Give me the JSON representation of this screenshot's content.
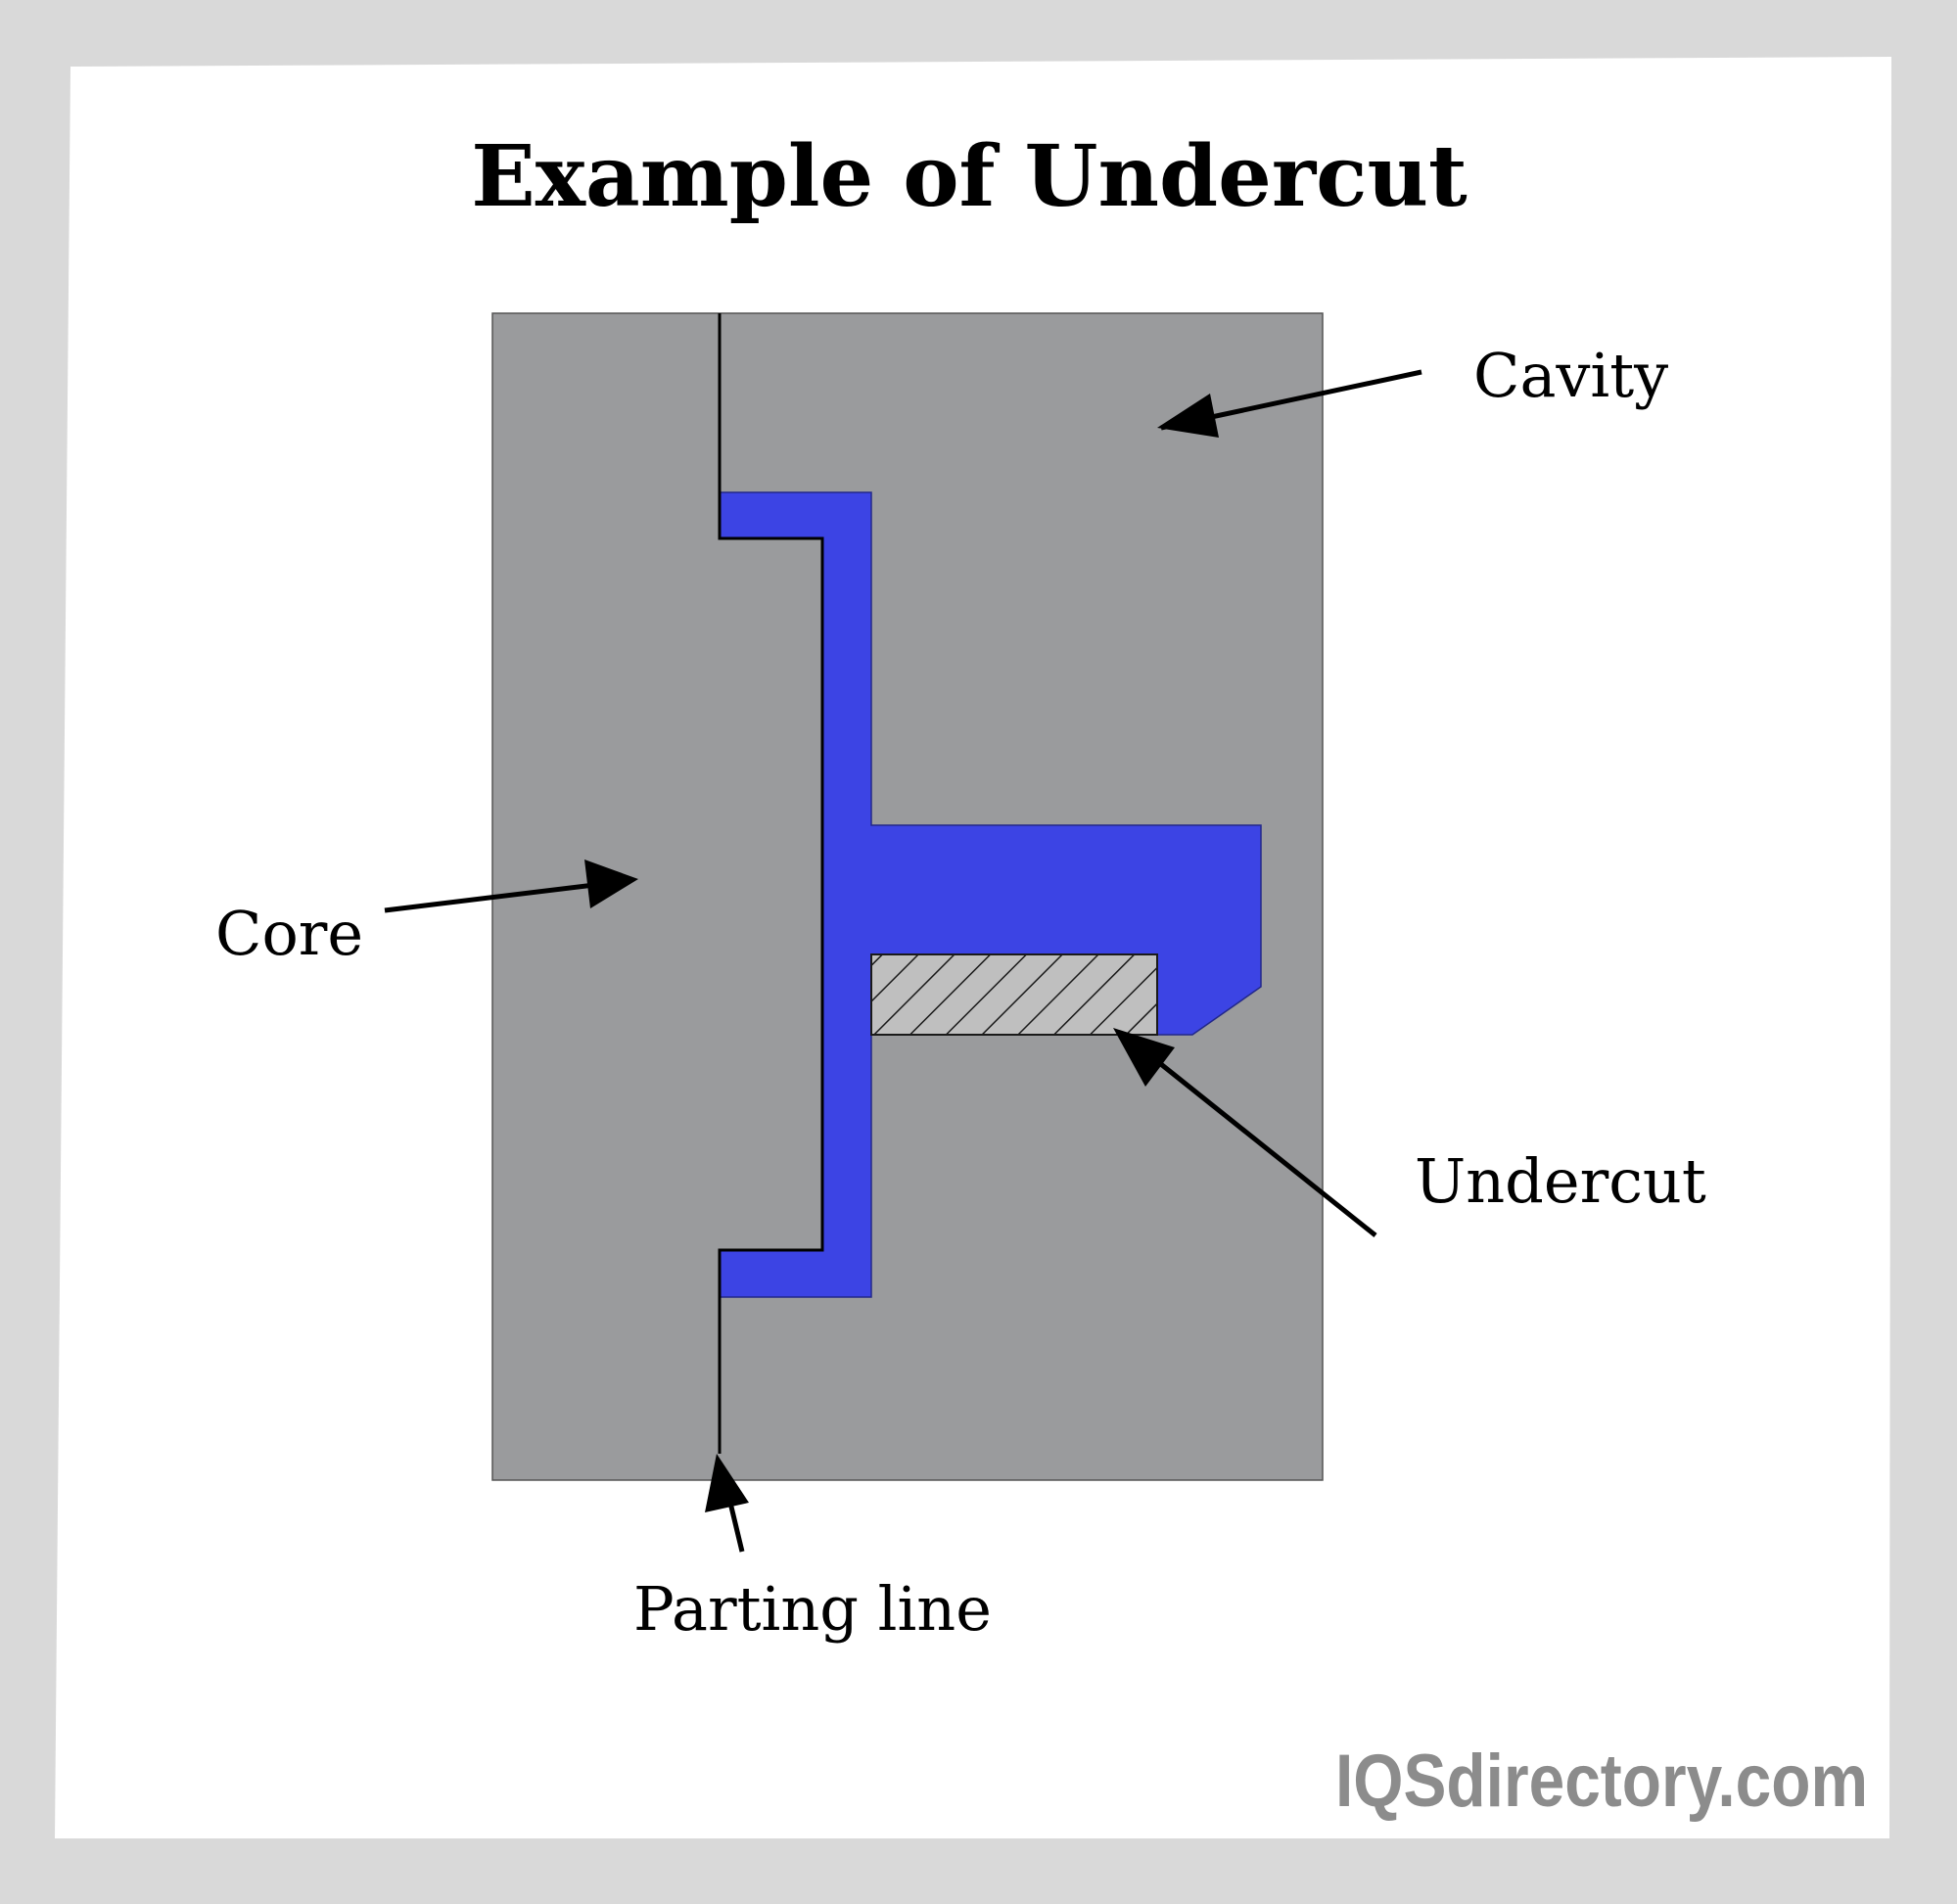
{
  "title": "Example of Undercut",
  "labels": {
    "cavity": "Cavity",
    "core": "Core",
    "undercut": "Undercut",
    "parting_line": "Parting line"
  },
  "watermark": "IQSdirectory.com",
  "colors": {
    "frame": "#d9d9d9",
    "panel": "#ffffff",
    "mold": "#9a9b9d",
    "part": "#3c44e4",
    "undercut_fill": "#bfbfbf",
    "line": "#000000",
    "watermark": "#8c8c8c"
  }
}
